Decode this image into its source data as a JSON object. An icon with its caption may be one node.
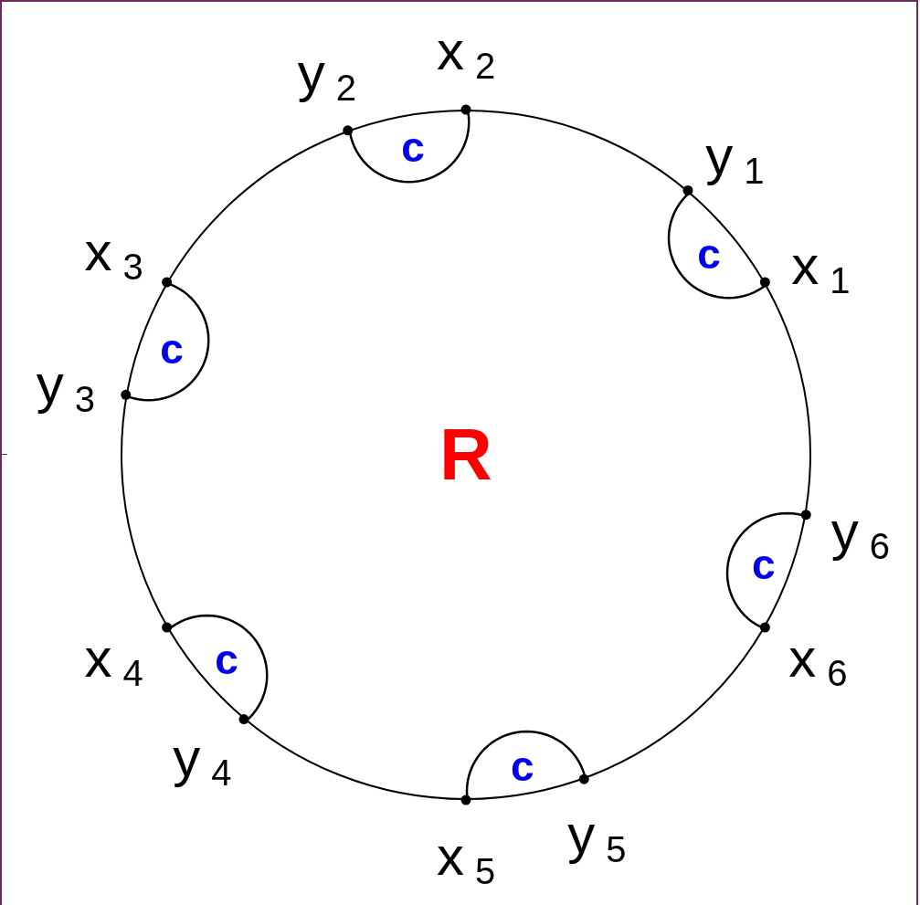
{
  "diagram": {
    "nodes": [
      {
        "text": [
          "R"
        ]
      },
      {
        "text": [
          "c"
        ],
        "in": 0
      },
      {
        "text": [
          "c"
        ],
        "in": 0
      },
      {
        "text": [
          "c"
        ],
        "in": 0
      },
      {
        "text": [
          "c"
        ],
        "in": 0
      },
      {
        "text": [
          "c"
        ],
        "in": 0
      },
      {
        "text": [
          "c"
        ],
        "in": 0
      }
    ],
    "edges": [],
    "labels": [
      "y$_{2}$",
      "x$_{2}$",
      "y$_{1}$",
      "x$_{3}$",
      "x$_{1}$",
      "y$_{3}$",
      "y$_{6}$",
      "x$_{4}$",
      "x$_{6}$",
      "y$_{4}$",
      "y$_{5}$",
      "x$_{5}$"
    ]
  }
}
